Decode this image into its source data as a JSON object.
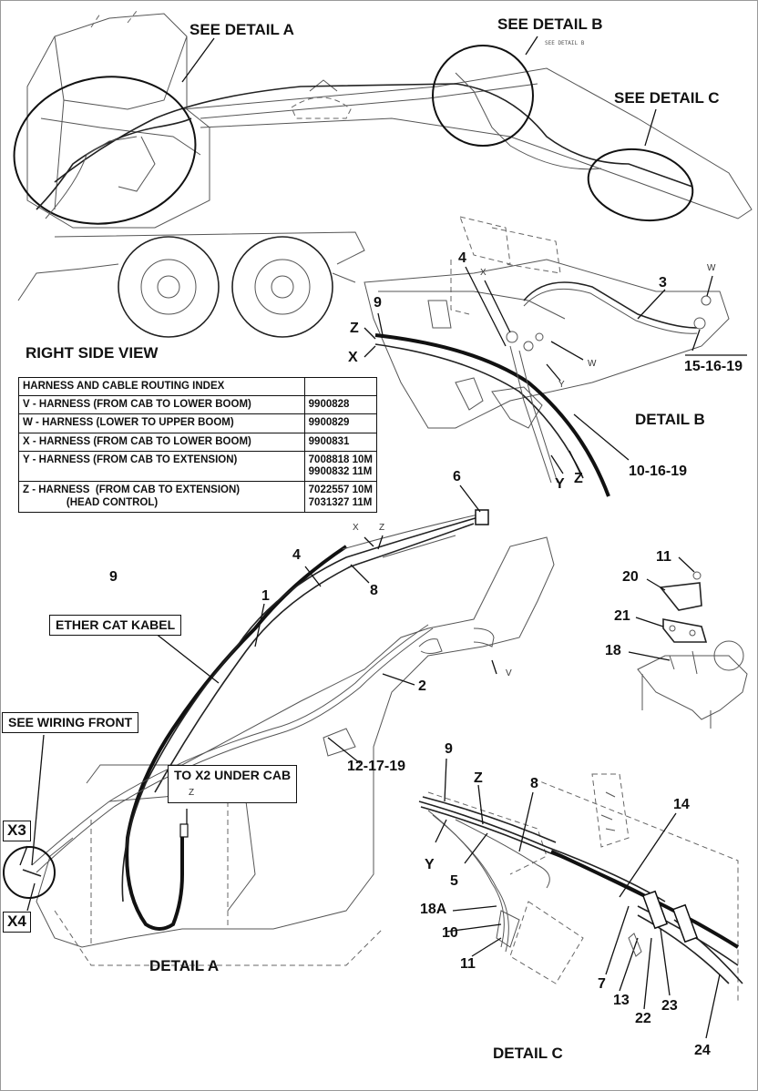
{
  "callouts": {
    "detail_a": "SEE DETAIL A",
    "detail_b": "SEE DETAIL B",
    "detail_b_small": "SEE DETAIL B",
    "detail_c": "SEE DETAIL C",
    "right_side_view": "RIGHT SIDE VIEW",
    "detail_b_title": "DETAIL B",
    "detail_a_title": "DETAIL A",
    "detail_c_title": "DETAIL C",
    "ether_cat": "ETHER CAT KABEL",
    "see_wiring_front": "SEE WIRING FRONT",
    "to_x2": "TO X2 UNDER CAB",
    "x3": "X3",
    "x4": "X4"
  },
  "index_table": {
    "header": "HARNESS AND CABLE ROUTING INDEX",
    "rows": [
      {
        "harness": "V - HARNESS (FROM CAB TO LOWER BOOM)",
        "code": "9900828"
      },
      {
        "harness": "W - HARNESS (LOWER TO UPPER BOOM)",
        "code": "9900829"
      },
      {
        "harness": "X - HARNESS (FROM CAB TO LOWER BOOM)",
        "code": "9900831"
      },
      {
        "harness": "Y - HARNESS (FROM CAB TO EXTENSION)",
        "code": "7008818 10M\n9900832 11M"
      },
      {
        "harness": "Z - HARNESS  (FROM CAB TO EXTENSION)\n               (HEAD CONTROL)",
        "code": "7022557 10M\n7031327 11M"
      }
    ]
  },
  "detail_b_labels": {
    "n4": "4",
    "x": "X",
    "n3": "3",
    "w_top": "W",
    "n9": "9",
    "z": "Z",
    "x_big": "X",
    "w": "W",
    "y_small": "Y",
    "ref_15_16_19": "15-16-19",
    "ref_10_16_19": "10-16-19",
    "y": "Y",
    "z2": "Z"
  },
  "detail_a_labels": {
    "n6": "6",
    "x": "X",
    "z": "Z",
    "n4": "4",
    "n8": "8",
    "n9": "9",
    "n1": "1",
    "v": "V",
    "n2": "2",
    "ref_12_17_19": "12-17-19",
    "z_small": "Z"
  },
  "bracket_labels": {
    "n11": "11",
    "n20": "20",
    "n21": "21",
    "n18": "18"
  },
  "detail_c_labels": {
    "n9": "9",
    "z": "Z",
    "n8": "8",
    "n14": "14",
    "y": "Y",
    "n5": "5",
    "n18a": "18A",
    "n10": "10",
    "n11": "11",
    "n7": "7",
    "n13": "13",
    "n22": "22",
    "n23": "23",
    "n24": "24"
  }
}
